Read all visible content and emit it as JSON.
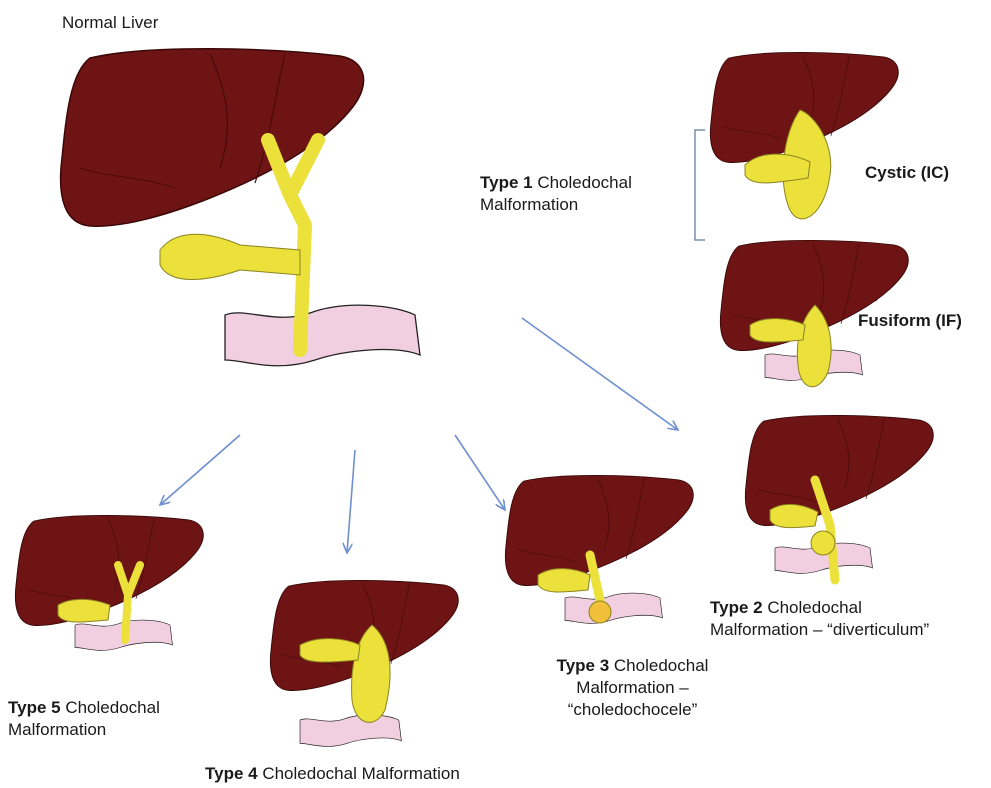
{
  "normal_label": "Normal Liver",
  "type1": {
    "type": "Type 1",
    "name": "Choledochal",
    "line2": "Malformation",
    "cystic": "Cystic (IC)",
    "fusiform": "Fusiform (IF)"
  },
  "type2": {
    "type": "Type 2",
    "name": "Choledochal",
    "line2": "Malformation – “diverticulum”"
  },
  "type3": {
    "type": "Type 3",
    "name": "Choledochal",
    "line2": "Malformation –",
    "line3": "“choledochocele”"
  },
  "type4": {
    "type": "Type 4",
    "name": "Choledochal Malformation"
  },
  "type5": {
    "type": "Type 5",
    "name": "Choledochal",
    "line2": "Malformation"
  },
  "colors": {
    "liver": "#6e1414",
    "liver_dark": "#4a0a0a",
    "bile": "#ece03a",
    "duodenum": "#f2cfe0",
    "arrow": "#6f8fcf"
  }
}
